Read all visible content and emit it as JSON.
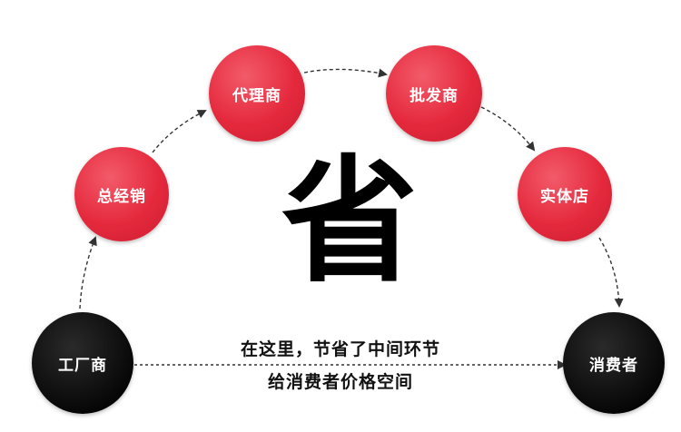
{
  "nodes": {
    "factory": "工厂商",
    "general_distributor": "总经销",
    "agent": "代理商",
    "wholesaler": "批发商",
    "retail_store": "实体店",
    "consumer": "消费者"
  },
  "center_char": "省",
  "caption": {
    "line1": "在这里，节省了中间环节",
    "line2": "给消费者价格空间"
  },
  "colors": {
    "node_black": "#0a0a0a",
    "node_red": "#e5293d",
    "arrow": "#333333"
  }
}
